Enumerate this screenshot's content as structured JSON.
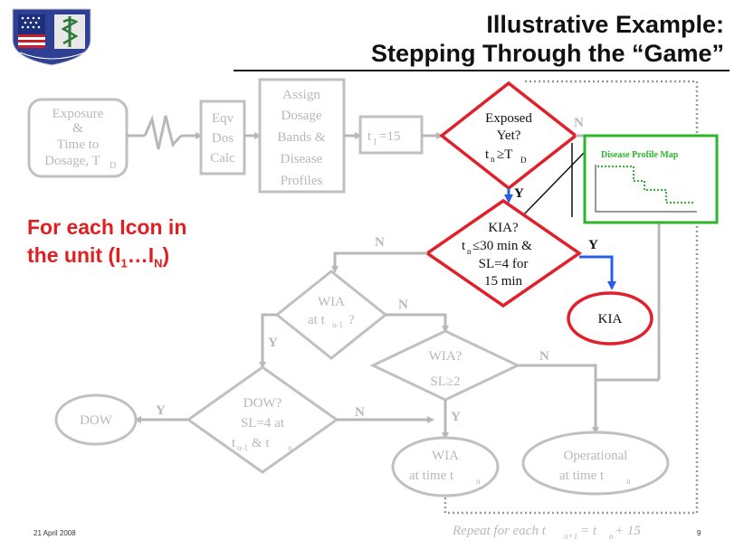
{
  "title": {
    "line1": "Illustrative Example:",
    "line2": "Stepping Through the “Game”"
  },
  "side_text": {
    "line1": "For each Icon in",
    "line2_prefix": "the unit (I",
    "sub1": "1",
    "ellipsis": "…I",
    "subN": "N",
    "close": ")"
  },
  "footer": {
    "date": "21 April 2008",
    "page": "9"
  },
  "flowchart": {
    "exposure": [
      "Exposure",
      "&",
      "Time to",
      "Dosage, T"
    ],
    "exposure_sub": "D",
    "eqv": [
      "Eqv",
      "Dos",
      "Calc"
    ],
    "assign": [
      "Assign",
      "Dosage",
      "Bands &",
      "Disease",
      "Profiles"
    ],
    "t1": "t",
    "t1_sub": "1",
    "t1_val": "=15",
    "exposed": [
      "Exposed",
      "Yet?"
    ],
    "exposed_cond": {
      "t": "t",
      "sub": "n",
      "op": "≥T",
      "sub2": "D"
    },
    "kia_q": [
      "KIA?"
    ],
    "kia_cond1": {
      "t": "t",
      "sub": "n",
      "rest": "≤30 min &"
    },
    "kia_cond2": [
      "SL=4 for",
      "15 min"
    ],
    "kia_result": "KIA",
    "wia_prev": [
      "WIA"
    ],
    "wia_prev_cond": {
      "pre": "at t",
      "sub": "n-1",
      "post": "?"
    },
    "wia_q": [
      "WIA?",
      "SL≥2"
    ],
    "dow_q": [
      "DOW?",
      "SL=4 at"
    ],
    "dow_cond": {
      "t": "t",
      "sub": "n-1",
      "mid": " & t",
      "sub2": "n"
    },
    "dow_result": "DOW",
    "wia_time": [
      "WIA"
    ],
    "wia_time_cond": {
      "pre": "at time t",
      "sub": "n"
    },
    "operational": [
      "Operational"
    ],
    "operational_cond": {
      "pre": "at time t",
      "sub": "n"
    },
    "repeat": {
      "pre": "Repeat for each t",
      "sub1": "n+1",
      "mid": " = t",
      "sub2": "n",
      "post": " + 15"
    },
    "disease_map_title": "Disease Profile Map",
    "labels": {
      "yes": "Y",
      "no": "N"
    }
  },
  "colors": {
    "active_red": "#e0202a",
    "inactive_gray": "#b8b8b8",
    "map_green": "#2db52d",
    "yes_arrow_blue": "#2b5ee8",
    "title_text": "#111111"
  }
}
